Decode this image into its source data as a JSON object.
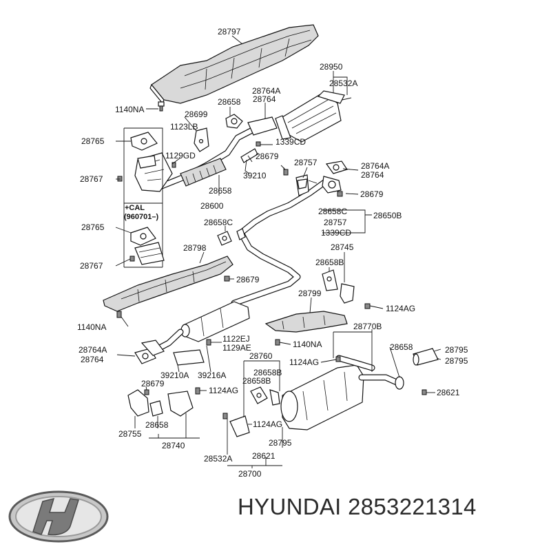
{
  "diagram": {
    "parts": {
      "p28797": "28797",
      "p1140NA_top": "1140NA",
      "p28950": "28950",
      "p28532A_top": "28532A",
      "p28764A_top": "28764A",
      "p28764_top": "28764",
      "p28658_top": "28658",
      "p28699": "28699",
      "p1123LB": "1123LB",
      "p28765_a": "28765",
      "p1129GD": "1129GD",
      "p1339CD_top": "1339CD",
      "p28679_a": "28679",
      "p39210": "39210",
      "p28757_top": "28757",
      "p28764A_r": "28764A",
      "p28764_r": "28764",
      "p28767_a": "28767",
      "p28658_mid": "28658",
      "p28600": "28600",
      "p28679_b": "28679",
      "p28658C_r": "28658C",
      "p28757_r": "28757",
      "p1339CD_r": "1339CD",
      "p28650B": "28650B",
      "cal_line1": "+CAL",
      "cal_line2": "(960701–)",
      "p28765_b": "28765",
      "p28658C_mid": "28658C",
      "p28745": "28745",
      "p28798": "28798",
      "p28658B_r": "28658B",
      "p28767_b": "28767",
      "p28679_c": "28679",
      "p1124AG_a": "1124AG",
      "p28799": "28799",
      "p1140NA_left": "1140NA",
      "p28770B": "28770B",
      "p1140NA_mid": "1140NA",
      "p1122EJ": "1122EJ",
      "p1129AE": "1129AE",
      "p28764A_low": "28764A",
      "p28764_low": "28764",
      "p28760": "28760",
      "p28658_r": "28658",
      "p28795_a": "28795",
      "p28795_b": "28795",
      "p1124AG_b": "1124AG",
      "p28658B_a": "28658B",
      "p28658B_b": "28658B",
      "p39210A": "39210A",
      "p39216A": "39216A",
      "p28679_d": "28679",
      "p1124AG_c": "1124AG",
      "p28621_r": "28621",
      "p28755": "28755",
      "p28658_low": "28658",
      "p1124AG_d": "1124AG",
      "p28740": "28740",
      "p28795_low": "28795",
      "p28532A_low": "28532A",
      "p28621_low": "28621",
      "p28700": "28700"
    }
  },
  "footer": {
    "brand": "HYUNDAI",
    "part_number": "2853221314",
    "logo_icon": "hyundai-logo-icon"
  }
}
